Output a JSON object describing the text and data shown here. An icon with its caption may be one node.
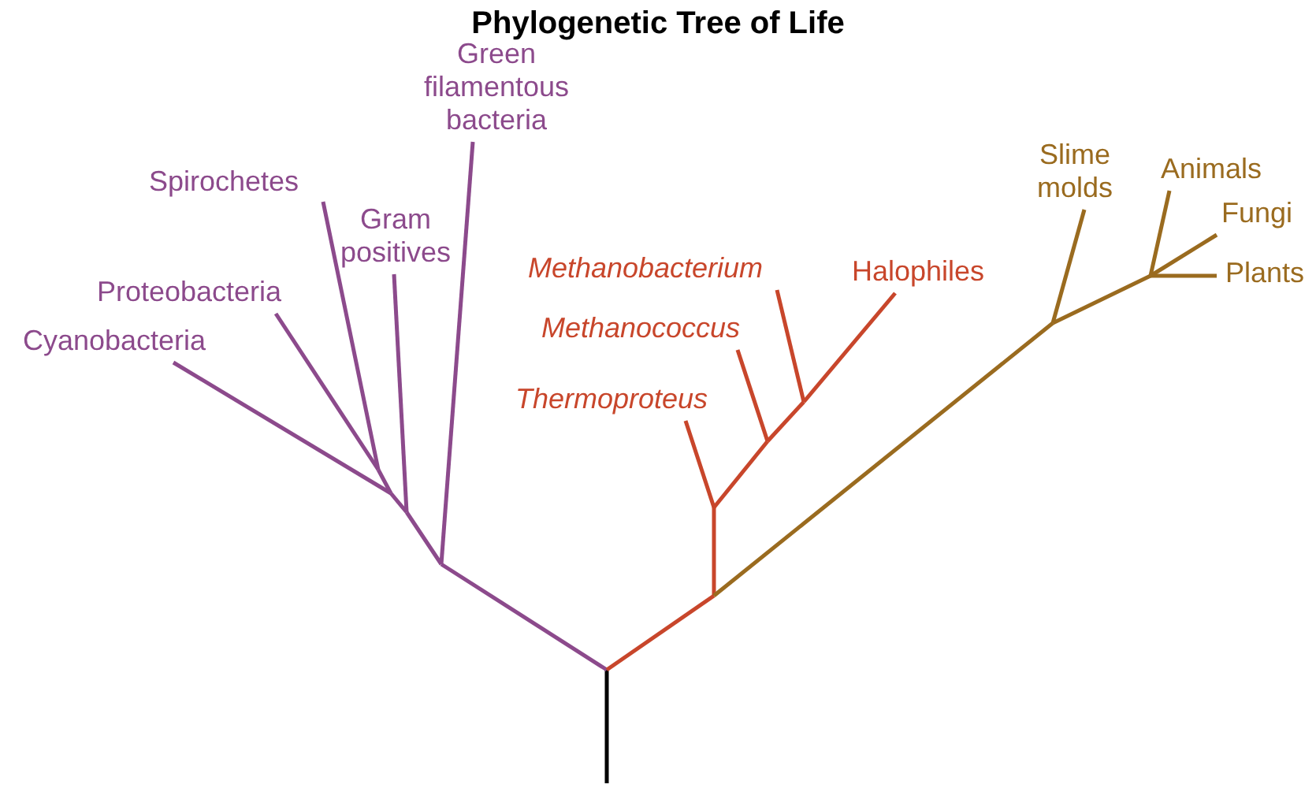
{
  "diagram": {
    "title": "Phylogenetic Tree of Life",
    "nodes": [
      {
        "text": [
          "Cyanobacteria"
        ]
      },
      {
        "text": [
          "Proteobacteria"
        ]
      },
      {
        "text": [
          "Spirochetes"
        ]
      },
      {
        "text": [
          "Gram positives"
        ]
      },
      {
        "text": [
          "Green filamentous bacteria"
        ]
      },
      {
        "text": [
          "Thermoproteus"
        ]
      },
      {
        "text": [
          "Methanococcus"
        ]
      },
      {
        "text": [
          "Methanobacterium"
        ]
      },
      {
        "text": [
          "Halophiles"
        ]
      },
      {
        "text": [
          "Slime molds"
        ]
      },
      {
        "text": [
          "Animals"
        ]
      },
      {
        "text": [
          "Fungi"
        ]
      },
      {
        "text": [
          "Plants"
        ]
      }
    ],
    "edges": [
      {
        "from": null,
        "to": 0,
        "arrow": "none"
      },
      {
        "from": null,
        "to": 1,
        "arrow": "none"
      },
      {
        "from": null,
        "to": 2,
        "arrow": "none"
      },
      {
        "from": null,
        "to": 3,
        "arrow": "none"
      },
      {
        "from": null,
        "to": 4,
        "arrow": "none"
      },
      {
        "from": null,
        "to": 5,
        "arrow": "none",
        "color": "#c8462b"
      },
      {
        "from": null,
        "to": 6,
        "arrow": "none",
        "color": "#c8462b"
      },
      {
        "from": null,
        "to": 7,
        "arrow": "none",
        "color": "#c8462b"
      },
      {
        "from": null,
        "to": 8,
        "arrow": "none",
        "color": "#c8462b"
      },
      {
        "from": null,
        "to": 9,
        "arrow": "none",
        "color": "#9a6b1f"
      },
      {
        "from": null,
        "to": 10,
        "arrow": "none",
        "color": "#9a6b1f"
      },
      {
        "from": null,
        "to": 11,
        "arrow": "none",
        "color": "#9a6b1f"
      },
      {
        "from": null,
        "to": 12,
        "arrow": "none",
        "color": "#9a6b1f"
      }
    ]
  }
}
